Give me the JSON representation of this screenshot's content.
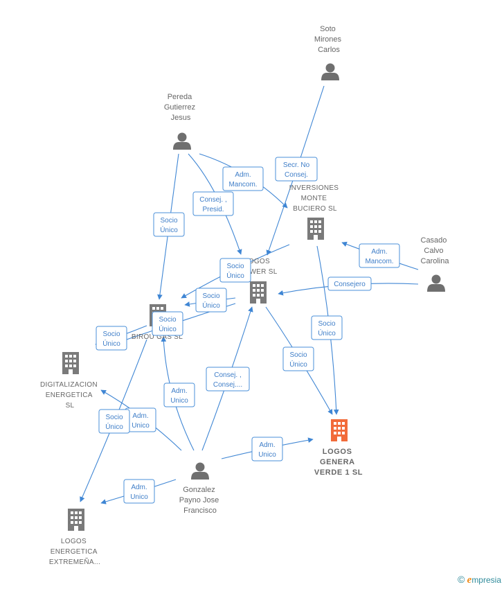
{
  "nodes": [
    {
      "id": "soto",
      "type": "person",
      "lines": [
        "Soto",
        "Mirones",
        "Carlos"
      ]
    },
    {
      "id": "pereda",
      "type": "person",
      "lines": [
        "Pereda",
        "Gutierrez",
        "Jesus"
      ]
    },
    {
      "id": "casado",
      "type": "person",
      "lines": [
        "Casado",
        "Calvo",
        "Carolina"
      ]
    },
    {
      "id": "gonzalez",
      "type": "person",
      "lines": [
        "Gonzalez",
        "Payno Jose",
        "Francisco"
      ]
    },
    {
      "id": "inversiones",
      "type": "company",
      "lines": [
        "INVERSIONES",
        "MONTE",
        "BUCIERO SL"
      ]
    },
    {
      "id": "logos_power",
      "type": "company",
      "lines": [
        "LOGOS",
        "POWER SL"
      ]
    },
    {
      "id": "birou",
      "type": "company",
      "lines": [
        "BIROU GAS SL"
      ]
    },
    {
      "id": "digitalizacion",
      "type": "company",
      "lines": [
        "DIGITALIZACION",
        "ENERGETICA",
        "SL"
      ]
    },
    {
      "id": "logos_genera",
      "type": "company_main",
      "lines": [
        "LOGOS",
        "GENERA",
        "VERDE 1 SL"
      ]
    },
    {
      "id": "logos_extremena",
      "type": "company",
      "lines": [
        "LOGOS",
        "ENERGETICA",
        "EXTREMEÑA..."
      ]
    }
  ],
  "edges": [
    {
      "id": "e1",
      "from": "soto",
      "to": "logos_power",
      "label": [
        "Secr. No",
        "Consej."
      ]
    },
    {
      "id": "e2",
      "from": "pereda",
      "to": "inversiones",
      "label": [
        "Adm.",
        "Mancom."
      ]
    },
    {
      "id": "e3",
      "from": "pereda",
      "to": "logos_power",
      "label": [
        "Consej. ,",
        "Presid."
      ]
    },
    {
      "id": "e4",
      "from": "pereda",
      "to": "birou",
      "label": [
        "Socio",
        "Único"
      ]
    },
    {
      "id": "e5",
      "from": "casado",
      "to": "inversiones",
      "label": [
        "Adm.",
        "Mancom."
      ]
    },
    {
      "id": "e6",
      "from": "casado",
      "to": "logos_power",
      "label": [
        "Consejero"
      ]
    },
    {
      "id": "e7",
      "from": "inversiones",
      "to": "birou",
      "label": [
        "Socio",
        "Único"
      ]
    },
    {
      "id": "e8",
      "from": "inversiones",
      "to": "logos_genera",
      "label": [
        "Socio",
        "Único"
      ]
    },
    {
      "id": "e9",
      "from": "logos_power",
      "to": "birou",
      "label": [
        "Socio",
        "Único"
      ]
    },
    {
      "id": "e10",
      "from": "logos_power",
      "to": "logos_genera",
      "label": [
        "Socio",
        "Único"
      ]
    },
    {
      "id": "e11",
      "from": "birou",
      "to": "digitalizacion",
      "label": [
        "Socio",
        "Único"
      ]
    },
    {
      "id": "e12",
      "from": "logos_power",
      "to": "digitalizacion",
      "label": [
        "Socio",
        "Único"
      ]
    },
    {
      "id": "e13",
      "from": "birou",
      "to": "logos_extremena",
      "label": [
        "Socio",
        "Único"
      ]
    },
    {
      "id": "e14",
      "from": "gonzalez",
      "to": "digitalizacion",
      "label": [
        "Adm.",
        "Unico"
      ]
    },
    {
      "id": "e15",
      "from": "gonzalez",
      "to": "birou",
      "label": [
        "Adm.",
        "Unico"
      ]
    },
    {
      "id": "e16",
      "from": "gonzalez",
      "to": "logos_power",
      "label": [
        "Consej. ,",
        "Consej...."
      ]
    },
    {
      "id": "e17",
      "from": "gonzalez",
      "to": "logos_genera",
      "label": [
        "Adm.",
        "Unico"
      ]
    },
    {
      "id": "e18",
      "from": "gonzalez",
      "to": "logos_extremena",
      "label": [
        "Adm.",
        "Unico"
      ]
    }
  ],
  "colors": {
    "edge": "#3f86d4",
    "company_icon": "#7a7a7a",
    "main_company_icon": "#f26b3a",
    "person_icon": "#6f6f6f",
    "label_text": "#666666"
  },
  "branding": {
    "copyright": "©",
    "brand_initial": "e",
    "brand_rest": "mpresia"
  }
}
